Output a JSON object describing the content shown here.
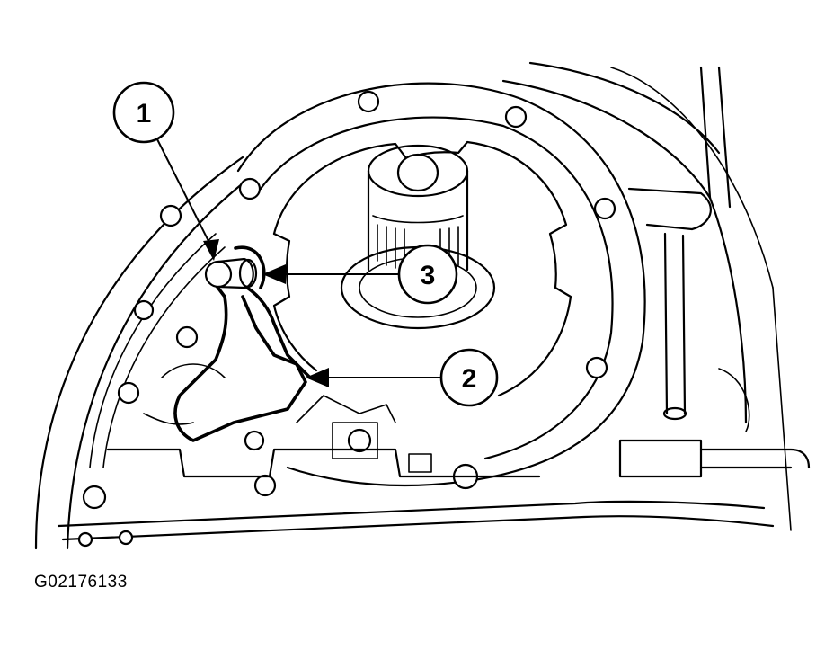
{
  "callouts": [
    {
      "id": "1",
      "label": "1"
    },
    {
      "id": "2",
      "label": "2"
    },
    {
      "id": "3",
      "label": "3"
    }
  ],
  "figure_id": "G02176133"
}
